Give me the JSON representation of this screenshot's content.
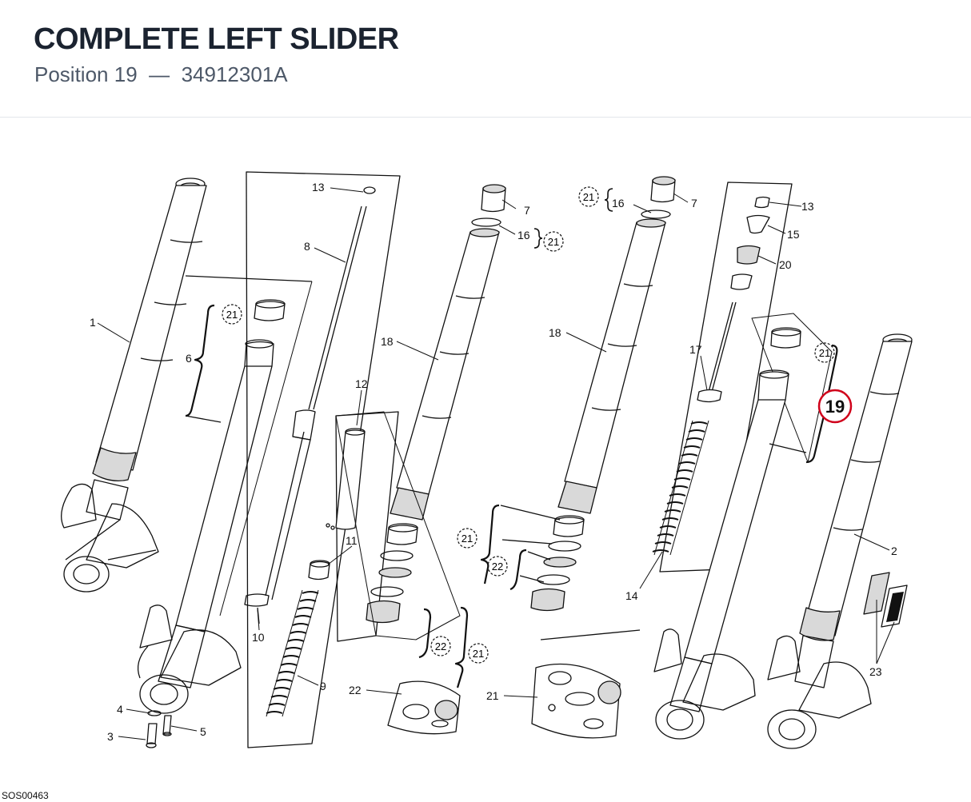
{
  "header": {
    "title": "COMPLETE LEFT SLIDER",
    "subtitle_prefix": "Position",
    "position": "19",
    "separator": "—",
    "part_number": "34912301A"
  },
  "highlight": {
    "label": "19",
    "color": "#d0021b"
  },
  "colors": {
    "line": "#111111",
    "shade": "#d9d9d9",
    "title": "#1b2330",
    "subtitle": "#4d5868"
  },
  "callouts": {
    "c1": "1",
    "c2": "2",
    "c3": "3",
    "c4": "4",
    "c5": "5",
    "c6": "6",
    "c7a": "7",
    "c7b": "7",
    "c8": "8",
    "c9": "9",
    "c10": "10",
    "c11": "11",
    "c12": "12",
    "c13a": "13",
    "c13b": "13",
    "c14": "14",
    "c15": "15",
    "c16a": "16",
    "c16b": "16",
    "c17": "17",
    "c18a": "18",
    "c18b": "18",
    "c20": "20",
    "c21": "21",
    "c22": "22",
    "c23": "23"
  },
  "kit_markers": {
    "k21a": "21",
    "k21b": "21",
    "k21c": "21",
    "k21d": "21",
    "k21e": "21",
    "k21f": "21",
    "k22a": "22",
    "k22b": "22"
  },
  "drawing_code": "SOS00463"
}
